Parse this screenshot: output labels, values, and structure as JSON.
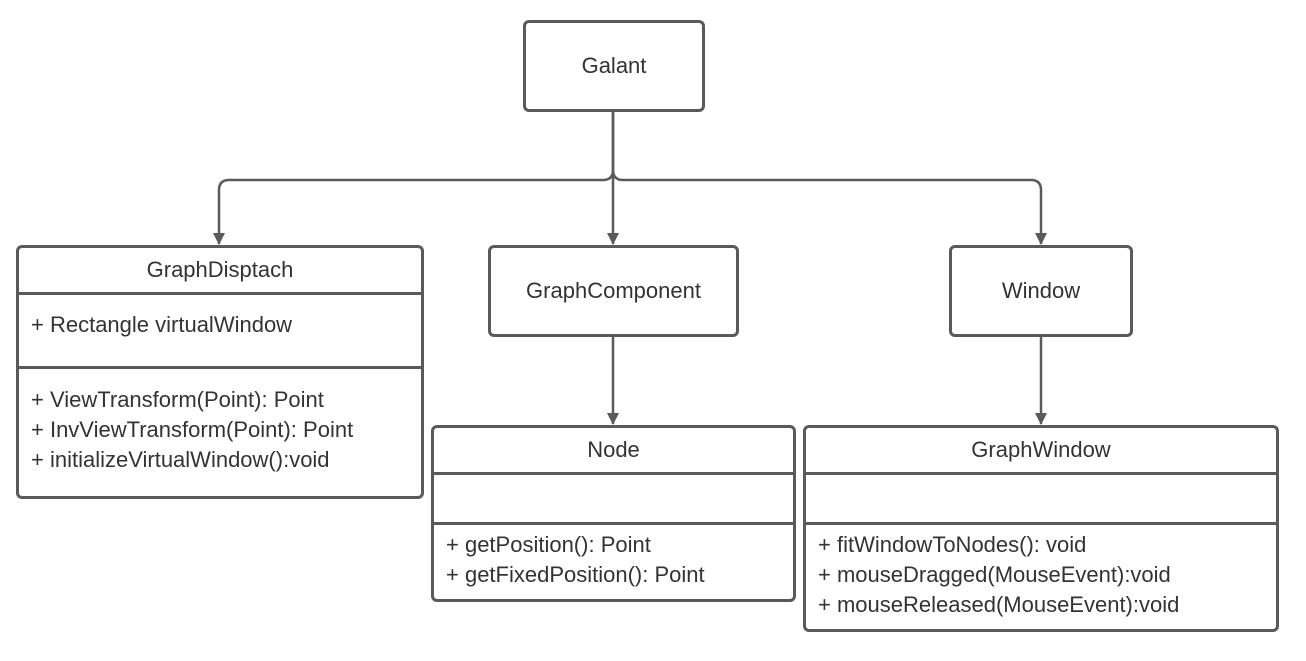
{
  "diagram": {
    "classes": {
      "galant": {
        "name": "Galant"
      },
      "graph_dispatch": {
        "name": "GraphDisptach",
        "attributes": [
          "+ Rectangle virtualWindow"
        ],
        "methods": [
          "+ ViewTransform(Point): Point",
          "+ InvViewTransform(Point): Point",
          "+ initializeVirtualWindow():void"
        ]
      },
      "graph_component": {
        "name": "GraphComponent"
      },
      "window": {
        "name": "Window"
      },
      "node": {
        "name": "Node",
        "attributes": [],
        "methods": [
          "+ getPosition(): Point",
          "+ getFixedPosition(): Point"
        ]
      },
      "graph_window": {
        "name": "GraphWindow",
        "attributes": [],
        "methods": [
          "+ fitWindowToNodes(): void",
          "+ mouseDragged(MouseEvent):void",
          "+ mouseReleased(MouseEvent):void"
        ]
      }
    },
    "colors": {
      "stroke": "#5a5a5a",
      "text": "#333333",
      "background": "#ffffff"
    }
  }
}
